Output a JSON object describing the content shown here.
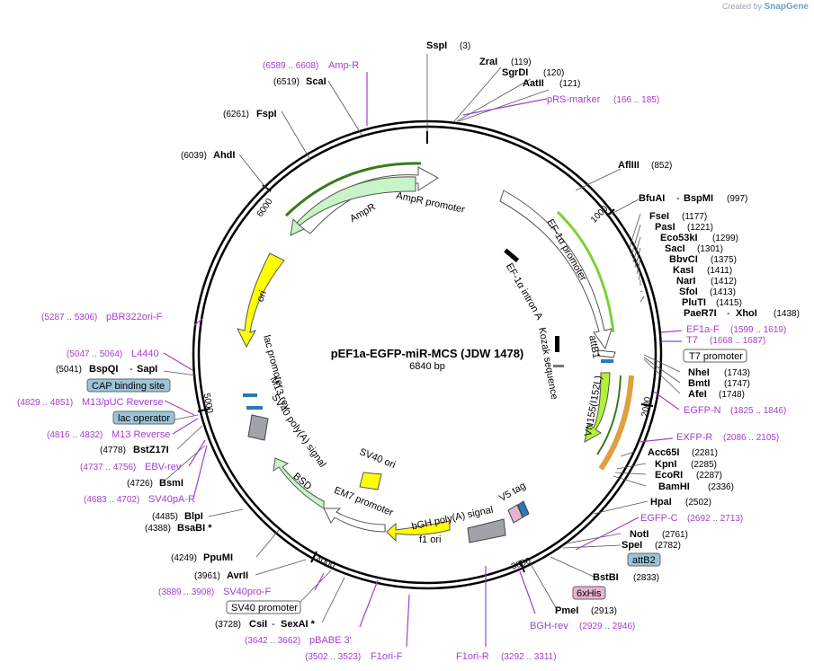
{
  "brand": {
    "created_by": "Created by",
    "name": "SnapGene"
  },
  "plasmid": {
    "name": "pEF1a-EGFP-miR-MCS (JDW 1478)",
    "length": "6840 bp"
  },
  "ticks": [
    "1000",
    "2000",
    "3000",
    "4000",
    "5000",
    "6000"
  ],
  "features": [
    "AmpR promoter",
    "AmpR",
    "ori",
    "EF-1α promoter",
    "EF-1α intron A",
    "Kozak sequence",
    "attB1",
    "VN155(I152L)",
    "lac promoter",
    "M13 rev",
    "SV40 poly(A) signal",
    "SV40 ori",
    "BSD",
    "EM7 promoter",
    "bGH poly(A) signal",
    "V5 tag",
    "f1 ori"
  ],
  "enzymes_top": [
    {
      "name": "SspI",
      "pos": "(3)"
    },
    {
      "name": "ZraI",
      "pos": "(119)"
    },
    {
      "name": "SgrDI",
      "pos": "(120)"
    },
    {
      "name": "AatII",
      "pos": "(121)"
    },
    {
      "name": "AflIII",
      "pos": "(852)"
    }
  ],
  "primers_top": [
    {
      "name": "pRS-marker",
      "range": "(166 .. 185)"
    },
    {
      "name": "Amp-R",
      "range": "(6589 .. 6608)"
    }
  ],
  "enzymes_right": [
    {
      "name": "BfuAI",
      "alt": "BspMI",
      "pos": "(997)"
    },
    {
      "name": "FseI",
      "pos": "(1177)"
    },
    {
      "name": "PasI",
      "pos": "(1221)"
    },
    {
      "name": "Eco53kI",
      "pos": "(1299)"
    },
    {
      "name": "SacI",
      "pos": "(1301)"
    },
    {
      "name": "BbvCI",
      "pos": "(1375)"
    },
    {
      "name": "KasI",
      "pos": "(1411)"
    },
    {
      "name": "NarI",
      "pos": "(1412)"
    },
    {
      "name": "SfoI",
      "pos": "(1413)"
    },
    {
      "name": "PluTI",
      "pos": "(1415)"
    },
    {
      "name": "PaeR7I",
      "alt": "XhoI",
      "pos": "(1438)"
    }
  ],
  "right_mid": {
    "ef1a_f": {
      "name": "EF1a-F",
      "range": "(1599 .. 1619)"
    },
    "t7": {
      "name": "T7",
      "range": "(1668 .. 1687)"
    },
    "t7_promoter": "T7 promoter",
    "nhei": {
      "name": "NheI",
      "pos": "(1743)"
    },
    "bmti": {
      "name": "BmtI",
      "pos": "(1747)"
    },
    "afei": {
      "name": "AfeI",
      "pos": "(1748)"
    },
    "egfp_n": {
      "name": "EGFP-N",
      "range": "(1825 .. 1846)"
    },
    "exfp_r": {
      "name": "EXFP-R",
      "range": "(2086 .. 2105)"
    },
    "acc65i": {
      "name": "Acc65I",
      "pos": "(2281)"
    },
    "kpni": {
      "name": "KpnI",
      "pos": "(2285)"
    },
    "ecori": {
      "name": "EcoRI",
      "pos": "(2287)"
    },
    "bamhi": {
      "name": "BamHI",
      "pos": "(2336)"
    },
    "hpai": {
      "name": "HpaI",
      "pos": "(2502)"
    },
    "egfp_c": {
      "name": "EGFP-C",
      "range": "(2692 .. 2713)"
    },
    "noti": {
      "name": "NotI",
      "pos": "(2761)"
    },
    "spei": {
      "name": "SpeI",
      "pos": "(2782)"
    },
    "attb2": "attB2",
    "bstbi": {
      "name": "BstBI",
      "pos": "(2833)"
    },
    "his": "6xHis",
    "pmei": {
      "name": "PmeI",
      "pos": "(2913)"
    },
    "bgh_rev": {
      "name": "BGH-rev",
      "range": "(2929 .. 2946)"
    }
  },
  "bottom": {
    "f1ori_r": {
      "name": "F1ori-R",
      "range": "(3292 .. 3311)"
    },
    "f1ori_f": {
      "name": "F1ori-F",
      "range": "(3502 .. 3523)"
    },
    "pbabe": {
      "name": "pBABE 3'",
      "range": "(3642 .. 3662)"
    },
    "csii": {
      "name": "CsiI",
      "alt": "SexAI *",
      "pos": "(3728)"
    },
    "sv40_promoter": "SV40 promoter",
    "sv40pro_f": {
      "name": "SV40pro-F",
      "range": "(3889 .. 3908)"
    },
    "avrii": {
      "name": "AvrII",
      "pos": "(3961)"
    },
    "ppumi": {
      "name": "PpuMI",
      "pos": "(4249)"
    }
  },
  "left": {
    "fspi": {
      "name": "FspI",
      "pos": "(6261)"
    },
    "scai": {
      "name": "ScaI",
      "pos": "(6519)"
    },
    "ahdi": {
      "name": "AhdI",
      "pos": "(6039)"
    },
    "pbr322": {
      "name": "pBR322ori-F",
      "range": "(5287 .. 5306)"
    },
    "l4440": {
      "name": "L4440",
      "range": "(5047 .. 5064)"
    },
    "bspqi": {
      "name": "BspQI",
      "alt": "SapI",
      "pos": "(5041)"
    },
    "cap": "CAP binding site",
    "m13puc": {
      "name": "M13/pUC Reverse",
      "range": "(4829 .. 4851)"
    },
    "lac_operator": "lac operator",
    "m13rev": {
      "name": "M13 Reverse",
      "range": "(4816 .. 4832)"
    },
    "bstz17i": {
      "name": "BstZ17I",
      "pos": "(4778)"
    },
    "ebv_rev": {
      "name": "EBV-rev",
      "range": "(4737 .. 4756)"
    },
    "bsmi": {
      "name": "BsmI",
      "pos": "(4726)"
    },
    "sv40pa_r": {
      "name": "SV40pA-R",
      "range": "(4683 .. 4702)"
    },
    "blpi": {
      "name": "BlpI",
      "pos": "(4485)"
    },
    "bsabi": {
      "name": "BsaBI *",
      "pos": "(4388)"
    }
  },
  "colors": {
    "purple": "#a33fd1",
    "ampr": "#c8f5c8",
    "ori": "#ffff00",
    "promoter": "#ffffff",
    "sv40": "#a0a4a8"
  }
}
